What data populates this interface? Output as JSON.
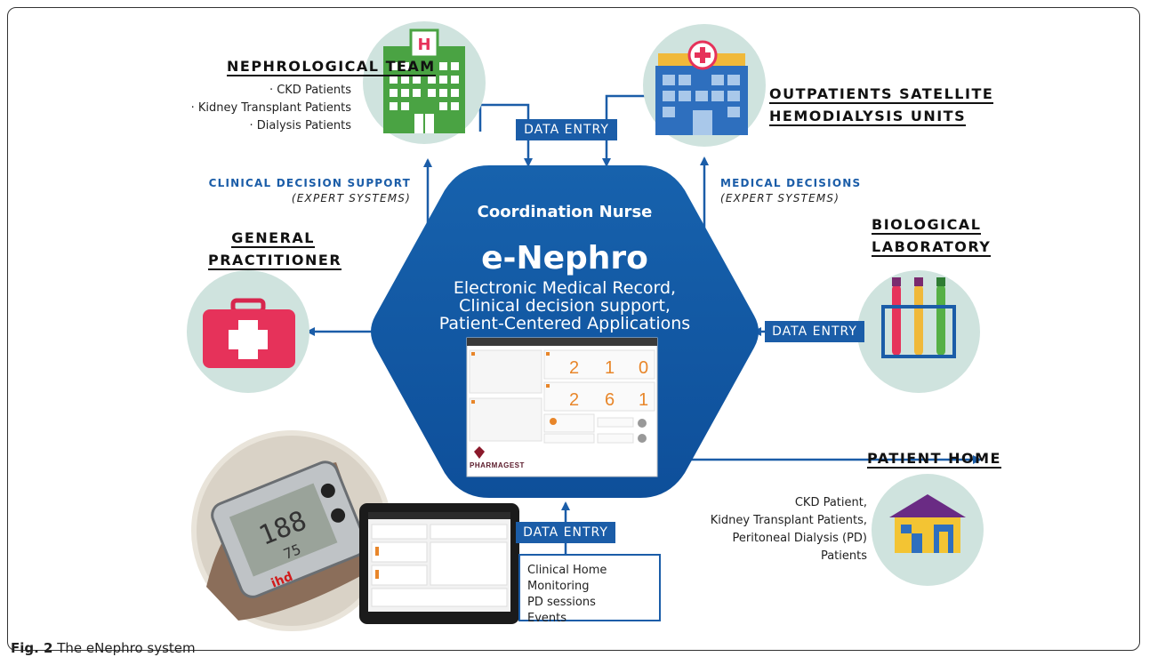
{
  "nodes": {
    "nephrological_team": {
      "title": "NEPHROLOGICAL TEAM",
      "items": [
        "· CKD Patients",
        "· Kidney Transplant Patients",
        "· Dialysis Patients"
      ],
      "icon": "hospital-icon"
    },
    "outpatients": {
      "title_line1": "OUTPATIENTS SATELLITE",
      "title_line2": "HEMODIALYSIS UNITS",
      "icon": "clinic-building-icon"
    },
    "general_practitioner": {
      "title_line1": "GENERAL",
      "title_line2": "PRACTITIONER",
      "icon": "first-aid-kit-icon"
    },
    "biological_laboratory": {
      "title_line1": "BIOLOGICAL",
      "title_line2": "LABORATORY",
      "icon": "test-tubes-icon"
    },
    "patient_home": {
      "title": "PATIENT HOME",
      "items": [
        "CKD Patient,",
        "Kidney Transplant Patients,",
        "Peritoneal Dialysis (PD)",
        "Patients"
      ],
      "icon": "house-icon"
    }
  },
  "edges": {
    "data_entry_top": "DATA ENTRY",
    "data_entry_right": "DATA ENTRY",
    "data_entry_bottom": "DATA ENTRY",
    "clinical_decision_support": "CLINICAL DECISION SUPPORT",
    "clinical_decision_support_sub": "(EXPERT SYSTEMS)",
    "medical_decisions": "MEDICAL DECISIONS",
    "medical_decisions_sub": "(EXPERT SYSTEMS)"
  },
  "center": {
    "role": "Coordination Nurse",
    "name": "e-Nephro",
    "desc_lines": [
      "Electronic Medical Record,",
      "Clinical decision support,",
      "Patient-Centered Applications"
    ],
    "screen": {
      "numbers_row1": [
        "2",
        "1",
        "0"
      ],
      "numbers_row2": [
        "2",
        "6",
        "1"
      ],
      "brand": "PHARMAGEST"
    }
  },
  "home_monitoring": {
    "lines": [
      "Clinical Home Monitoring",
      "PD sessions",
      "Events"
    ]
  },
  "caption": {
    "label": "Fig. 2",
    "text": " The eNephro system"
  },
  "colors": {
    "accent_blue": "#1b5da8",
    "hex_blue": "#11539f",
    "circle_bg": "#cfe3de",
    "orange": "#e8862a"
  }
}
